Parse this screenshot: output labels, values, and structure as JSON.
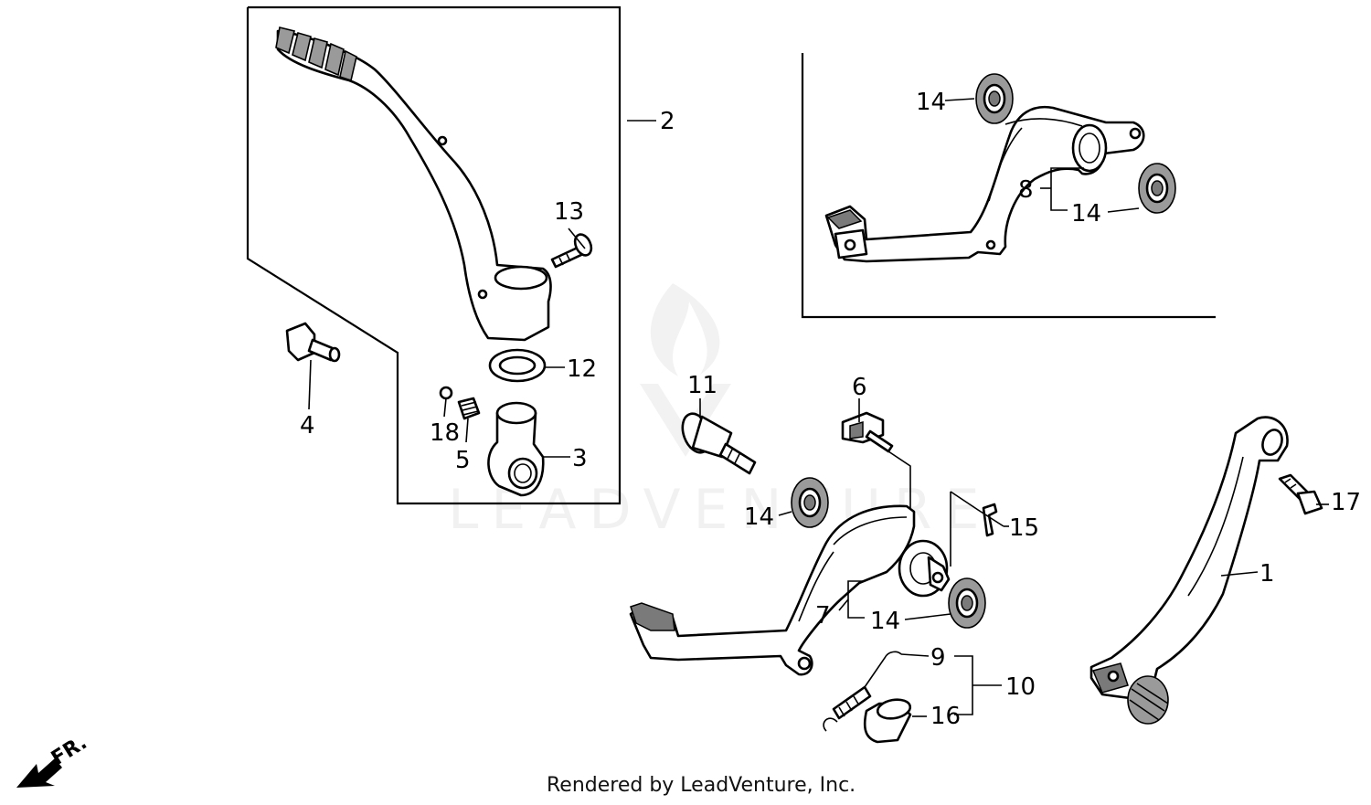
{
  "callouts": {
    "c1": "1",
    "c2": "2",
    "c3": "3",
    "c4": "4",
    "c5": "5",
    "c6": "6",
    "c7": "7",
    "c8": "8",
    "c9": "9",
    "c10": "10",
    "c11": "11",
    "c12": "12",
    "c13": "13",
    "c14a": "14",
    "c14b": "14",
    "c14c": "14",
    "c14d": "14",
    "c15": "15",
    "c16": "16",
    "c17": "17",
    "c18": "18"
  },
  "direction": {
    "label": "FR."
  },
  "watermark": {
    "text": "LEADVENTURE"
  },
  "footer": {
    "credit": "Rendered by LeadVenture, Inc."
  }
}
